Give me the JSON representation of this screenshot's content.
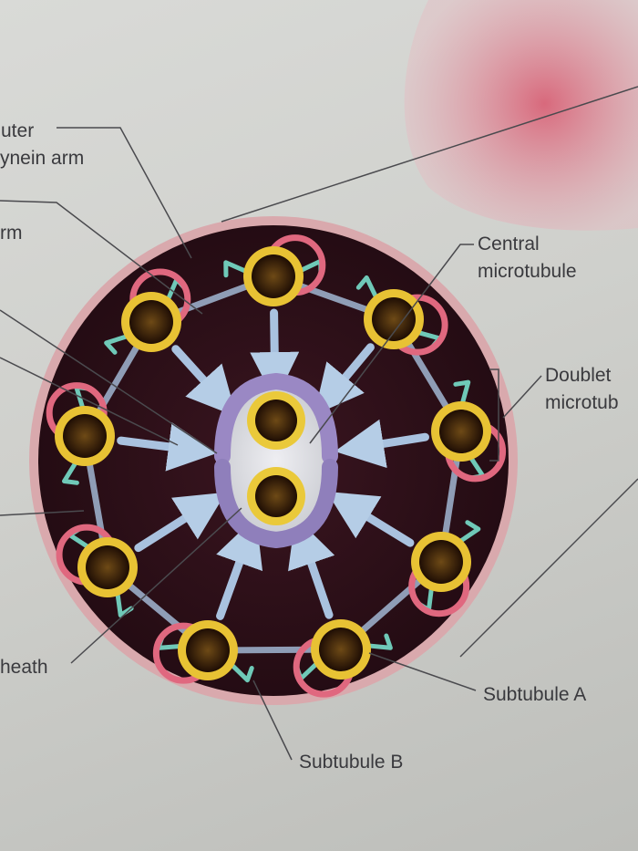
{
  "labels": {
    "outer_dynein_arm_line1": "uter",
    "outer_dynein_arm_line2": "ynein arm",
    "inner_dynein_arm": "rm",
    "central_microtubule_line1": "Central",
    "central_microtubule_line2": "microtubule",
    "doublet_line1": "Doublet",
    "doublet_line2": "microtub",
    "sheath": "heath",
    "subtubule_a": "Subtubule A",
    "subtubule_b": "Subtubule B"
  },
  "structure": {
    "doublet_count": 9,
    "central_microtubule_count": 2
  },
  "colors": {
    "background": "#d3d4d0",
    "axoneme_body": "#2a0f16",
    "membrane": "#d9a9ad",
    "subtubule_a": "#e8c234",
    "subtubule_b": "#e0687f",
    "spoke": "#a9c2df",
    "dynein_arm": "#6fc9b8",
    "central_sheath": "#9a88c4",
    "leader_line": "#4a4a4e"
  }
}
